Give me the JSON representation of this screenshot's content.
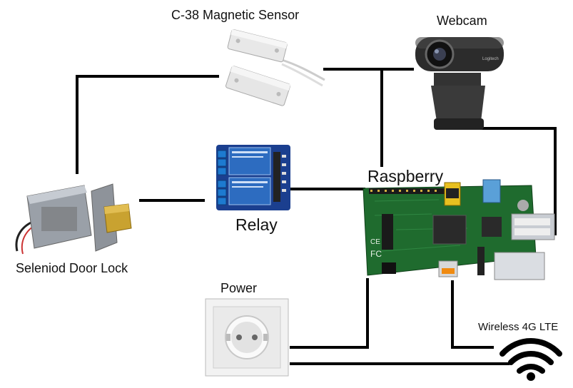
{
  "labels": {
    "magnetic_sensor": "C-38 Magnetic Sensor",
    "webcam": "Webcam",
    "raspberry": "Raspberry",
    "relay": "Relay",
    "door_lock": "Seleniod Door Lock",
    "power": "Power",
    "wireless": "Wireless 4G LTE"
  },
  "printed_marks": {
    "webcam_brand": "Logitech",
    "pcb_fc": "FC",
    "pcb_ce": "CE"
  },
  "colors": {
    "wire": "#000000",
    "pcb": "#1f6b2e",
    "relay_board": "#1b3f8f",
    "relay_block": "#2d6cc0",
    "brass": "#c9a230"
  }
}
